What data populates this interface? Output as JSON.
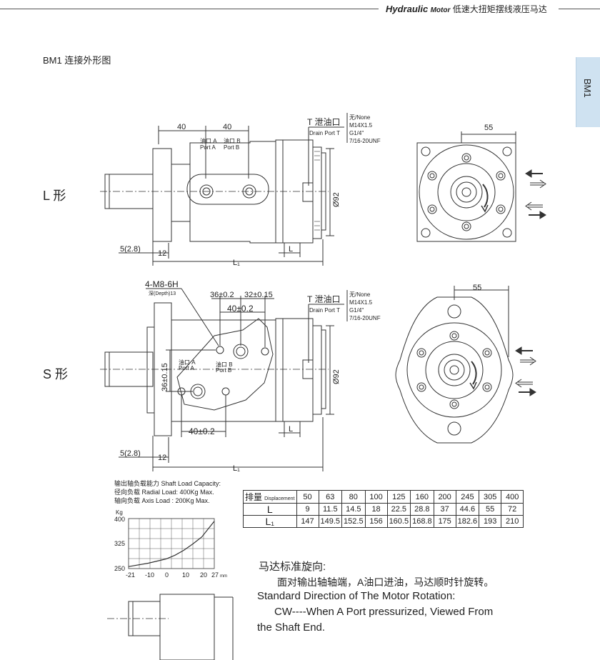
{
  "header": {
    "brand": "Hydraulic",
    "motor": "Motor",
    "subtitle": "低速大扭矩摆线液压马达"
  },
  "section_title": "BM1  连接外形图",
  "side_tab": "BM1",
  "l_form": {
    "label": "L 形",
    "dim_40a": "40",
    "dim_40b": "40",
    "dim_55": "55",
    "port_a": "油口 A",
    "port_a_en": "Port  A",
    "port_b": "油口 B",
    "port_b_en": "Port  B",
    "drain_cn": "T 泄油口",
    "drain_en": "Drain Port T",
    "drain_opts": [
      "无/None",
      "M14X1.5",
      "G1/4\"",
      "7/16-20UNF"
    ],
    "dia": "Ø92",
    "dim_5": "5(2.8)",
    "dim_12": "12",
    "dim_l": "L",
    "dim_l1": "L₁"
  },
  "s_form": {
    "label": "S 形",
    "thread": "4-M8-6H",
    "depth": "深(Depth)13",
    "dim_36": "36±0.2",
    "dim_32": "32±0.15",
    "dim_40a": "40±0.2",
    "dim_36v": "36±0.15",
    "dim_40b": "40±0.2",
    "dim_55": "55",
    "port_a": "油口 A",
    "port_a_en": "Port  A",
    "port_b": "油口 B",
    "port_b_en": "Port  B",
    "drain_cn": "T 泄油口",
    "drain_en": "Drain Port T",
    "drain_opts": [
      "无/None",
      "M14X1.5",
      "G1/4\"",
      "7/16-20UNF"
    ],
    "dia": "Ø92",
    "dim_5": "5(2.8)",
    "dim_12": "12",
    "dim_l": "L",
    "dim_l1": "L₁"
  },
  "capacity": {
    "title": "输出轴负载能力  Shaft Load Capacity:",
    "radial": "径向负载   Radial Load:  400Kg Max.",
    "axial": "轴向负载   Axis Load :   200Kg Max."
  },
  "chart_data": {
    "type": "line",
    "ylabel": "Kg",
    "x_unit": "mm",
    "x_ticks": [
      "-21",
      "-10",
      "0",
      "10",
      "20",
      "27"
    ],
    "y_ticks": [
      "400",
      "325",
      "250"
    ],
    "xlim": [
      -21,
      27
    ],
    "ylim": [
      250,
      400
    ],
    "series": [
      {
        "x": [
          -21,
          -10,
          0,
          5,
          10,
          15,
          20,
          24,
          27
        ],
        "y": [
          256,
          266,
          279,
          290,
          305,
          324,
          345,
          372,
          392
        ]
      }
    ]
  },
  "table": {
    "header_big": "排量",
    "header_small": "Displacement",
    "displacements": [
      "50",
      "63",
      "80",
      "100",
      "125",
      "160",
      "200",
      "245",
      "305",
      "400"
    ],
    "row_l_label": "L",
    "row_l": [
      "9",
      "11.5",
      "14.5",
      "18",
      "22.5",
      "28.8",
      "37",
      "44.6",
      "55",
      "72"
    ],
    "row_l1_label": "L₁",
    "row_l1": [
      "147",
      "149.5",
      "152.5",
      "156",
      "160.5",
      "168.8",
      "175",
      "182.6",
      "193",
      "210"
    ]
  },
  "rotation": {
    "cn_title": "马达标准旋向:",
    "cn_desc": "面对输出轴轴端，A油口进油，马达顺时针旋转。",
    "en_title": "Standard Direction of The Motor Rotation:",
    "en_desc1": "CW----When A Port pressurized, Viewed From",
    "en_desc2": "the Shaft End."
  }
}
